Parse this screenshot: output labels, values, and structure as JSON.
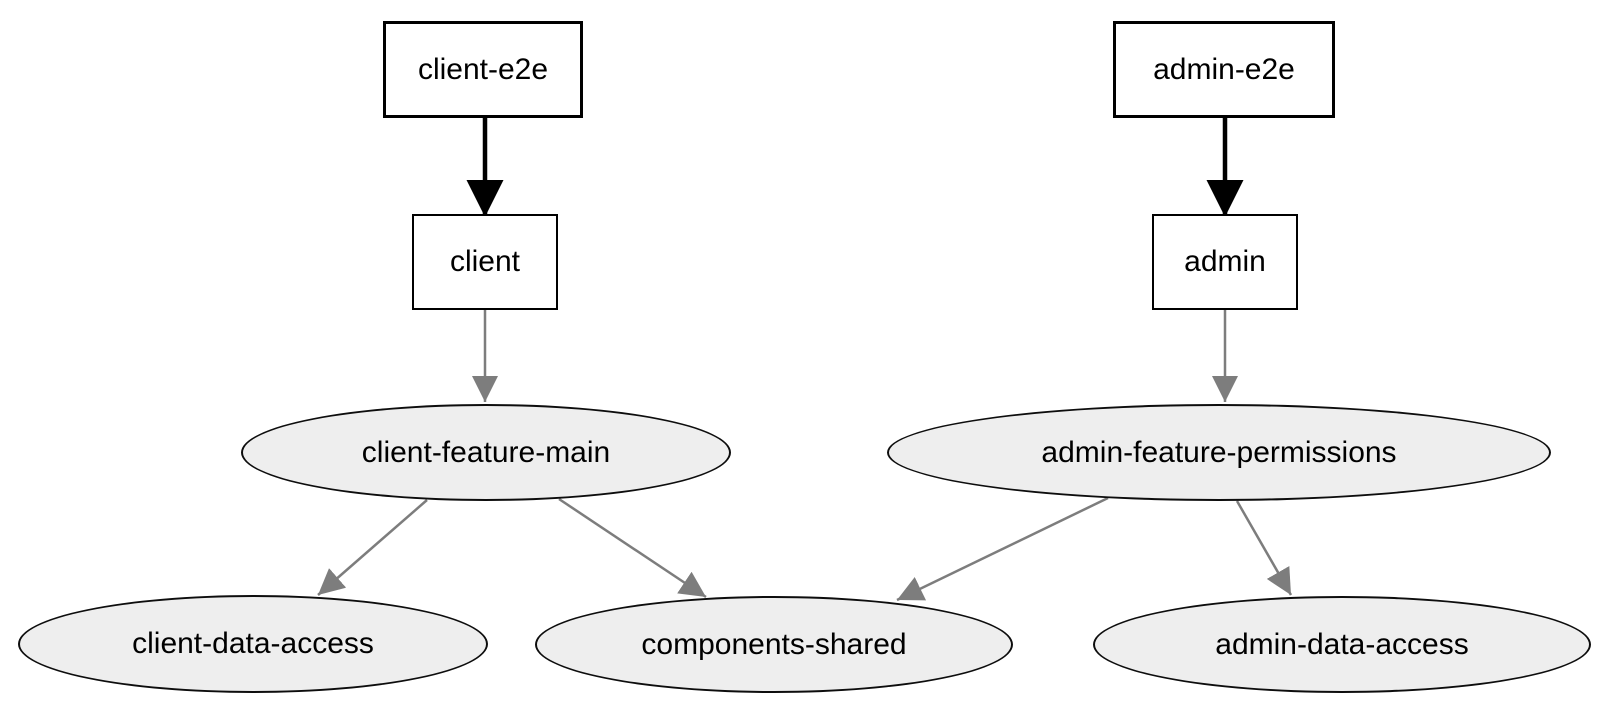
{
  "graph": {
    "type": "dependency-graph",
    "background": "#ffffff",
    "colors": {
      "ellipse_fill": "#eeeeee",
      "node_stroke": "#000000",
      "rect_fill": "#ffffff",
      "edge_normal": "#7d7d7d",
      "edge_strong": "#000000",
      "text": "#000000"
    },
    "nodes": [
      {
        "id": "client-e2e",
        "label": "client-e2e",
        "shape": "rect",
        "emphasis": true
      },
      {
        "id": "admin-e2e",
        "label": "admin-e2e",
        "shape": "rect",
        "emphasis": true
      },
      {
        "id": "client",
        "label": "client",
        "shape": "rect",
        "emphasis": false
      },
      {
        "id": "admin",
        "label": "admin",
        "shape": "rect",
        "emphasis": false
      },
      {
        "id": "client-feature-main",
        "label": "client-feature-main",
        "shape": "ellipse"
      },
      {
        "id": "admin-feature-permissions",
        "label": "admin-feature-permissions",
        "shape": "ellipse"
      },
      {
        "id": "client-data-access",
        "label": "client-data-access",
        "shape": "ellipse"
      },
      {
        "id": "components-shared",
        "label": "components-shared",
        "shape": "ellipse"
      },
      {
        "id": "admin-data-access",
        "label": "admin-data-access",
        "shape": "ellipse"
      }
    ],
    "edges": [
      {
        "from": "client-e2e",
        "to": "client",
        "style": "strong"
      },
      {
        "from": "admin-e2e",
        "to": "admin",
        "style": "strong"
      },
      {
        "from": "client",
        "to": "client-feature-main",
        "style": "normal"
      },
      {
        "from": "admin",
        "to": "admin-feature-permissions",
        "style": "normal"
      },
      {
        "from": "client-feature-main",
        "to": "client-data-access",
        "style": "normal"
      },
      {
        "from": "client-feature-main",
        "to": "components-shared",
        "style": "normal"
      },
      {
        "from": "admin-feature-permissions",
        "to": "components-shared",
        "style": "normal"
      },
      {
        "from": "admin-feature-permissions",
        "to": "admin-data-access",
        "style": "normal"
      }
    ]
  }
}
